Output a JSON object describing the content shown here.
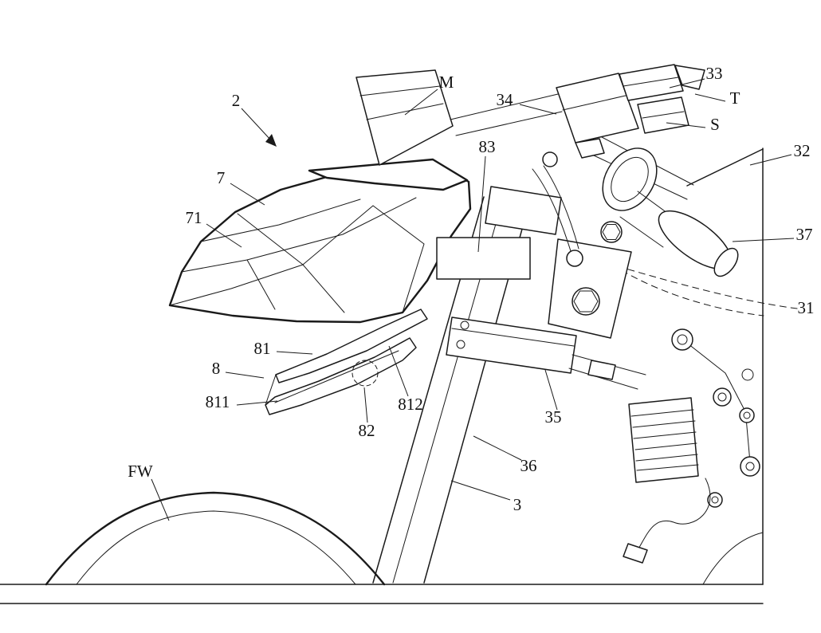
{
  "figure": {
    "background_color": "#ffffff",
    "line_color": "#1a1a1a"
  },
  "labels": {
    "n2": "2",
    "n7": "7",
    "n71": "71",
    "n8": "8",
    "n81": "81",
    "n811": "811",
    "n812": "812",
    "n82": "82",
    "n83": "83",
    "m": "M",
    "n34": "34",
    "n33": "33",
    "t": "T",
    "s": "S",
    "n32": "32",
    "n37": "37",
    "n31": "31",
    "n35": "35",
    "n36": "36",
    "n3": "3",
    "fw": "FW"
  }
}
